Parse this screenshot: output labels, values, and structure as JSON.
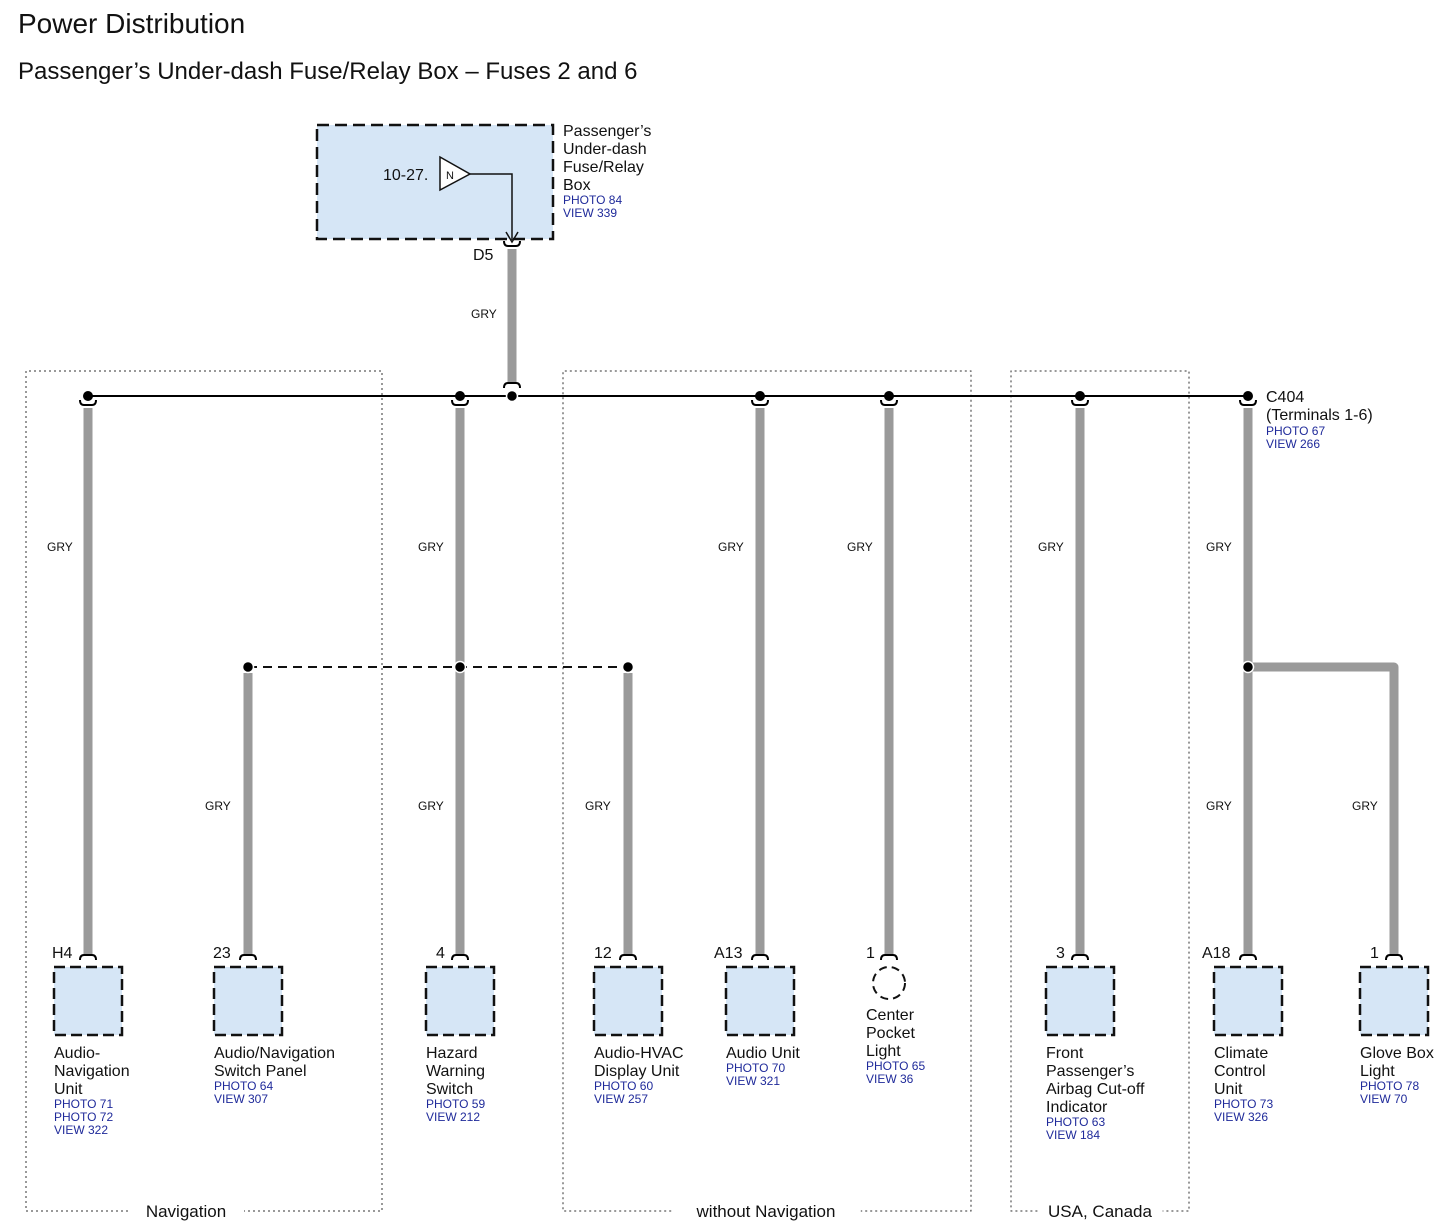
{
  "title": "Power Distribution",
  "subtitle": "Passenger’s Under-dash Fuse/Relay Box – Fuses 2 and 6",
  "fuse_box": {
    "name_lines": [
      "Passenger’s",
      "Under-dash",
      "Fuse/Relay",
      "Box"
    ],
    "ref_lines": [
      "PHOTO 84",
      "VIEW 339"
    ],
    "source_ref": "10-27.",
    "source_letter": "N",
    "terminal": "D5"
  },
  "wire_color": "GRY",
  "connector": {
    "name": "C404",
    "terminals": "(Terminals 1-6)",
    "ref_lines": [
      "PHOTO 67",
      "VIEW 266"
    ]
  },
  "groups": {
    "navigation": "Navigation",
    "without_navigation": "without Navigation",
    "usa_canada": "USA, Canada"
  },
  "components": [
    {
      "id": "audio-navigation-unit",
      "pin": "H4",
      "name_lines": [
        "Audio-",
        "Navigation",
        "Unit"
      ],
      "ref_lines": [
        "PHOTO 71",
        "PHOTO 72",
        "VIEW 322"
      ]
    },
    {
      "id": "audio-navigation-switch-panel",
      "pin": "23",
      "name_lines": [
        "Audio/Navigation",
        "Switch Panel"
      ],
      "ref_lines": [
        "PHOTO 64",
        "VIEW 307"
      ]
    },
    {
      "id": "hazard-warning-switch",
      "pin": "4",
      "name_lines": [
        "Hazard",
        "Warning",
        "Switch"
      ],
      "ref_lines": [
        "PHOTO 59",
        "VIEW 212"
      ]
    },
    {
      "id": "audio-hvac-display-unit",
      "pin": "12",
      "name_lines": [
        "Audio-HVAC",
        "Display Unit"
      ],
      "ref_lines": [
        "PHOTO 60",
        "VIEW 257"
      ]
    },
    {
      "id": "audio-unit",
      "pin": "A13",
      "name_lines": [
        "Audio Unit"
      ],
      "ref_lines": [
        "PHOTO 70",
        "VIEW 321"
      ]
    },
    {
      "id": "center-pocket-light",
      "pin": "1",
      "name_lines": [
        "Center",
        "Pocket",
        "Light"
      ],
      "ref_lines": [
        "PHOTO 65",
        "VIEW 36"
      ]
    },
    {
      "id": "front-passengers-airbag-cutoff-indicator",
      "pin": "3",
      "name_lines": [
        "Front",
        "Passenger’s",
        "Airbag Cut-off",
        "Indicator"
      ],
      "ref_lines": [
        "PHOTO 63",
        "VIEW 184"
      ]
    },
    {
      "id": "climate-control-unit",
      "pin": "A18",
      "name_lines": [
        "Climate",
        "Control",
        "Unit"
      ],
      "ref_lines": [
        "PHOTO 73",
        "VIEW 326"
      ]
    },
    {
      "id": "glove-box-light",
      "pin": "1",
      "name_lines": [
        "Glove Box",
        "Light"
      ],
      "ref_lines": [
        "PHOTO 78",
        "VIEW 70"
      ]
    }
  ],
  "colors": {
    "component_fill": "#d6e6f6",
    "wire": "#9a9a9a",
    "reference_text": "#1f2a9a"
  }
}
